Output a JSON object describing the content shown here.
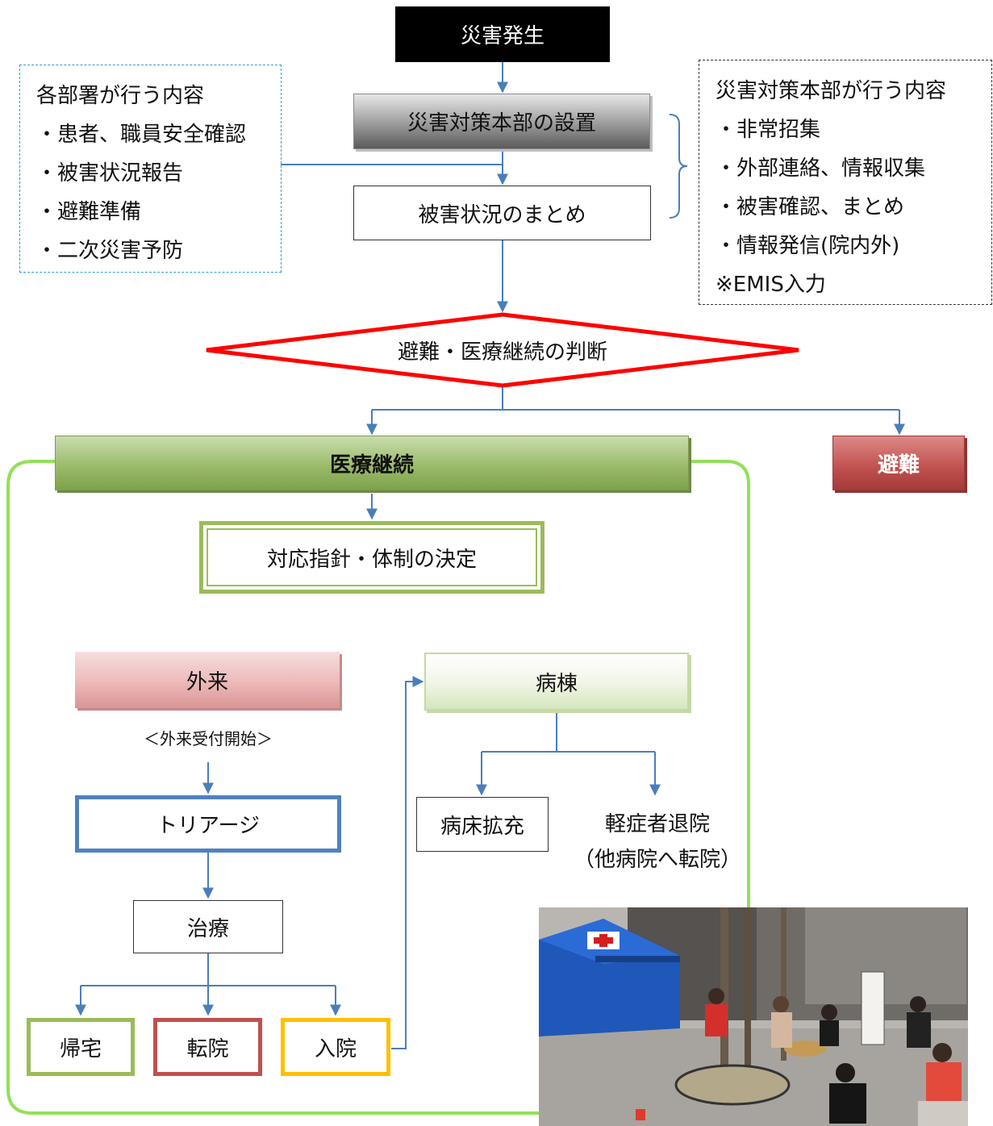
{
  "nodes": {
    "disaster": "災害発生",
    "hq_setup": "災害対策本部の設置",
    "damage_summary": "被害状況のまとめ",
    "decision": "避難・医療継続の判断",
    "continue_care": "医療継続",
    "evacuate": "避難",
    "policy": "対応指針・体制の決定",
    "outpatient": "外来",
    "outpatient_note": "＜外来受付開始＞",
    "triage": "トリアージ",
    "treatment": "治療",
    "go_home": "帰宅",
    "transfer": "転院",
    "admission": "入院",
    "ward": "病棟",
    "bed_expand": "病床拡充",
    "discharge_line1": "軽症者退院",
    "discharge_line2": "（他病院へ転院）"
  },
  "dept_box": {
    "title": "各部署が行う内容",
    "items": [
      "・患者、職員安全確認",
      "・被害状況報告",
      "・避難準備",
      "・二次災害予防"
    ]
  },
  "hq_box": {
    "title": "災害対策本部が行う内容",
    "items": [
      "・非常招集",
      "・外部連絡、情報収集",
      "・被害確認、まとめ",
      "・情報発信(院内外)",
      "※EMIS入力"
    ]
  },
  "colors": {
    "arrow": "#4a7ebb",
    "decision_border": "#ff0000",
    "care_outline": "#92e05a",
    "triage_border": "#4f81bd",
    "home_border": "#9bbb59",
    "transfer_border": "#c0504d",
    "admission_border": "#ffc000"
  },
  "photo": {
    "description_icon": "triage-tent-photo"
  }
}
